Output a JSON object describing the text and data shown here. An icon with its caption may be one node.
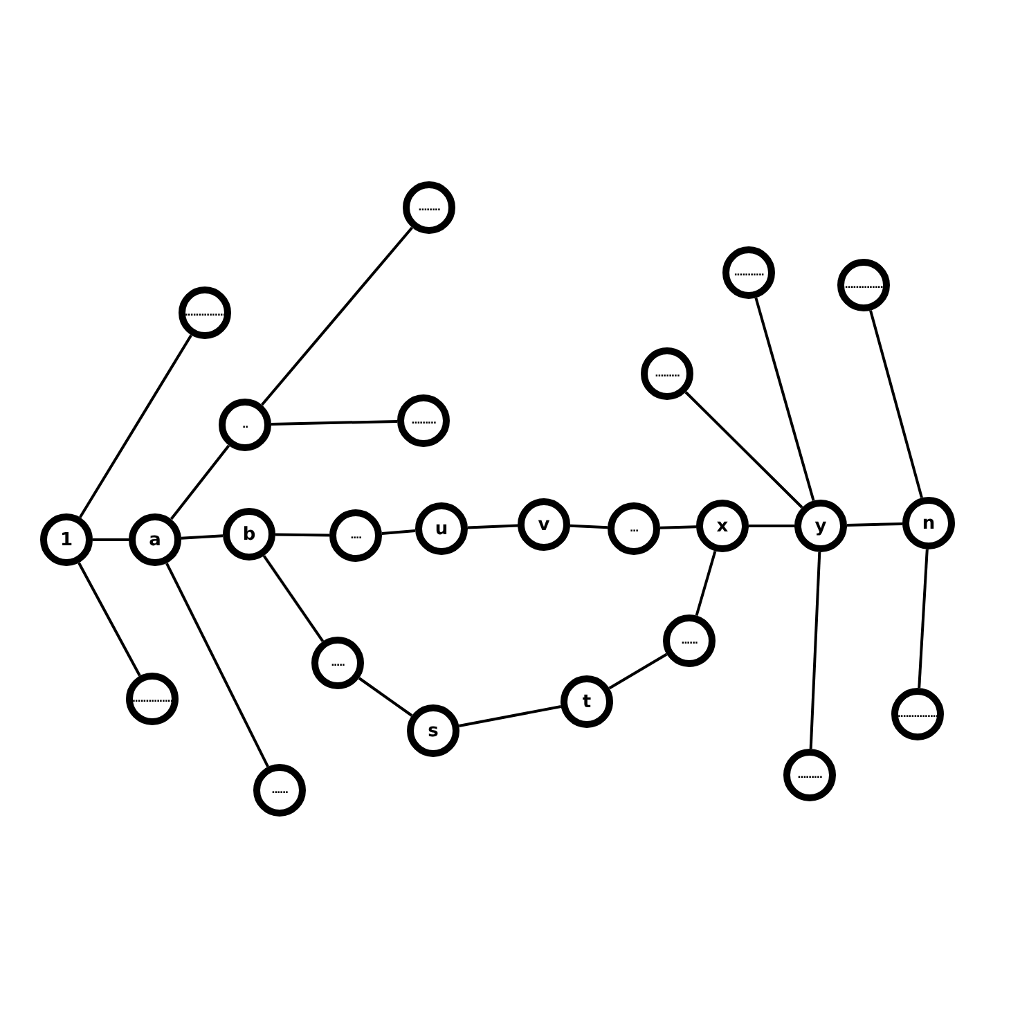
{
  "diagram": {
    "nodes": [
      {
        "text": [
          "1"
        ]
      },
      {
        "text": [
          "a"
        ]
      },
      {
        "text": [
          "b"
        ]
      },
      {
        "text": [
          "...."
        ]
      },
      {
        "text": [
          "u"
        ]
      },
      {
        "text": [
          "v"
        ]
      },
      {
        "text": [
          "..."
        ]
      },
      {
        "text": [
          "x"
        ]
      },
      {
        "text": [
          "y"
        ]
      },
      {
        "text": [
          "n"
        ]
      },
      {
        "text": [
          "..............."
        ]
      },
      {
        "text": [
          "..............."
        ]
      },
      {
        "text": [
          ".."
        ]
      },
      {
        "text": [
          "........"
        ]
      },
      {
        "text": [
          "........."
        ]
      },
      {
        "text": [
          "......"
        ]
      },
      {
        "text": [
          "....."
        ]
      },
      {
        "text": [
          "s"
        ]
      },
      {
        "text": [
          "t"
        ]
      },
      {
        "text": [
          "......"
        ]
      },
      {
        "text": [
          "........."
        ]
      },
      {
        "text": [
          "..........."
        ]
      },
      {
        "text": [
          ".............."
        ]
      },
      {
        "text": [
          "........."
        ]
      },
      {
        "text": [
          "..............."
        ]
      }
    ],
    "edges": [
      {
        "from": 0,
        "to": 1,
        "arrow": "none"
      },
      {
        "from": 1,
        "to": 2,
        "arrow": "none"
      },
      {
        "from": 2,
        "to": 3,
        "arrow": "none"
      },
      {
        "from": 3,
        "to": 4,
        "arrow": "none"
      },
      {
        "from": 4,
        "to": 5,
        "arrow": "none"
      },
      {
        "from": 5,
        "to": 6,
        "arrow": "none"
      },
      {
        "from": 6,
        "to": 7,
        "arrow": "none"
      },
      {
        "from": 7,
        "to": 8,
        "arrow": "none"
      },
      {
        "from": 8,
        "to": 9,
        "arrow": "none"
      },
      {
        "from": 0,
        "to": 10,
        "arrow": "none"
      },
      {
        "from": 0,
        "to": 11,
        "arrow": "none"
      },
      {
        "from": 1,
        "to": 12,
        "arrow": "none"
      },
      {
        "from": 12,
        "to": 13,
        "arrow": "none"
      },
      {
        "from": 12,
        "to": 14,
        "arrow": "none"
      },
      {
        "from": 1,
        "to": 15,
        "arrow": "none"
      },
      {
        "from": 2,
        "to": 16,
        "arrow": "none"
      },
      {
        "from": 16,
        "to": 17,
        "arrow": "none"
      },
      {
        "from": 17,
        "to": 18,
        "arrow": "none"
      },
      {
        "from": 18,
        "to": 19,
        "arrow": "none"
      },
      {
        "from": 19,
        "to": 7,
        "arrow": "none"
      },
      {
        "from": 20,
        "to": 8,
        "arrow": "none"
      },
      {
        "from": 21,
        "to": 8,
        "arrow": "none"
      },
      {
        "from": 22,
        "to": 9,
        "arrow": "none"
      },
      {
        "from": 8,
        "to": 23,
        "arrow": "none"
      },
      {
        "from": 9,
        "to": 24,
        "arrow": "none"
      }
    ]
  }
}
